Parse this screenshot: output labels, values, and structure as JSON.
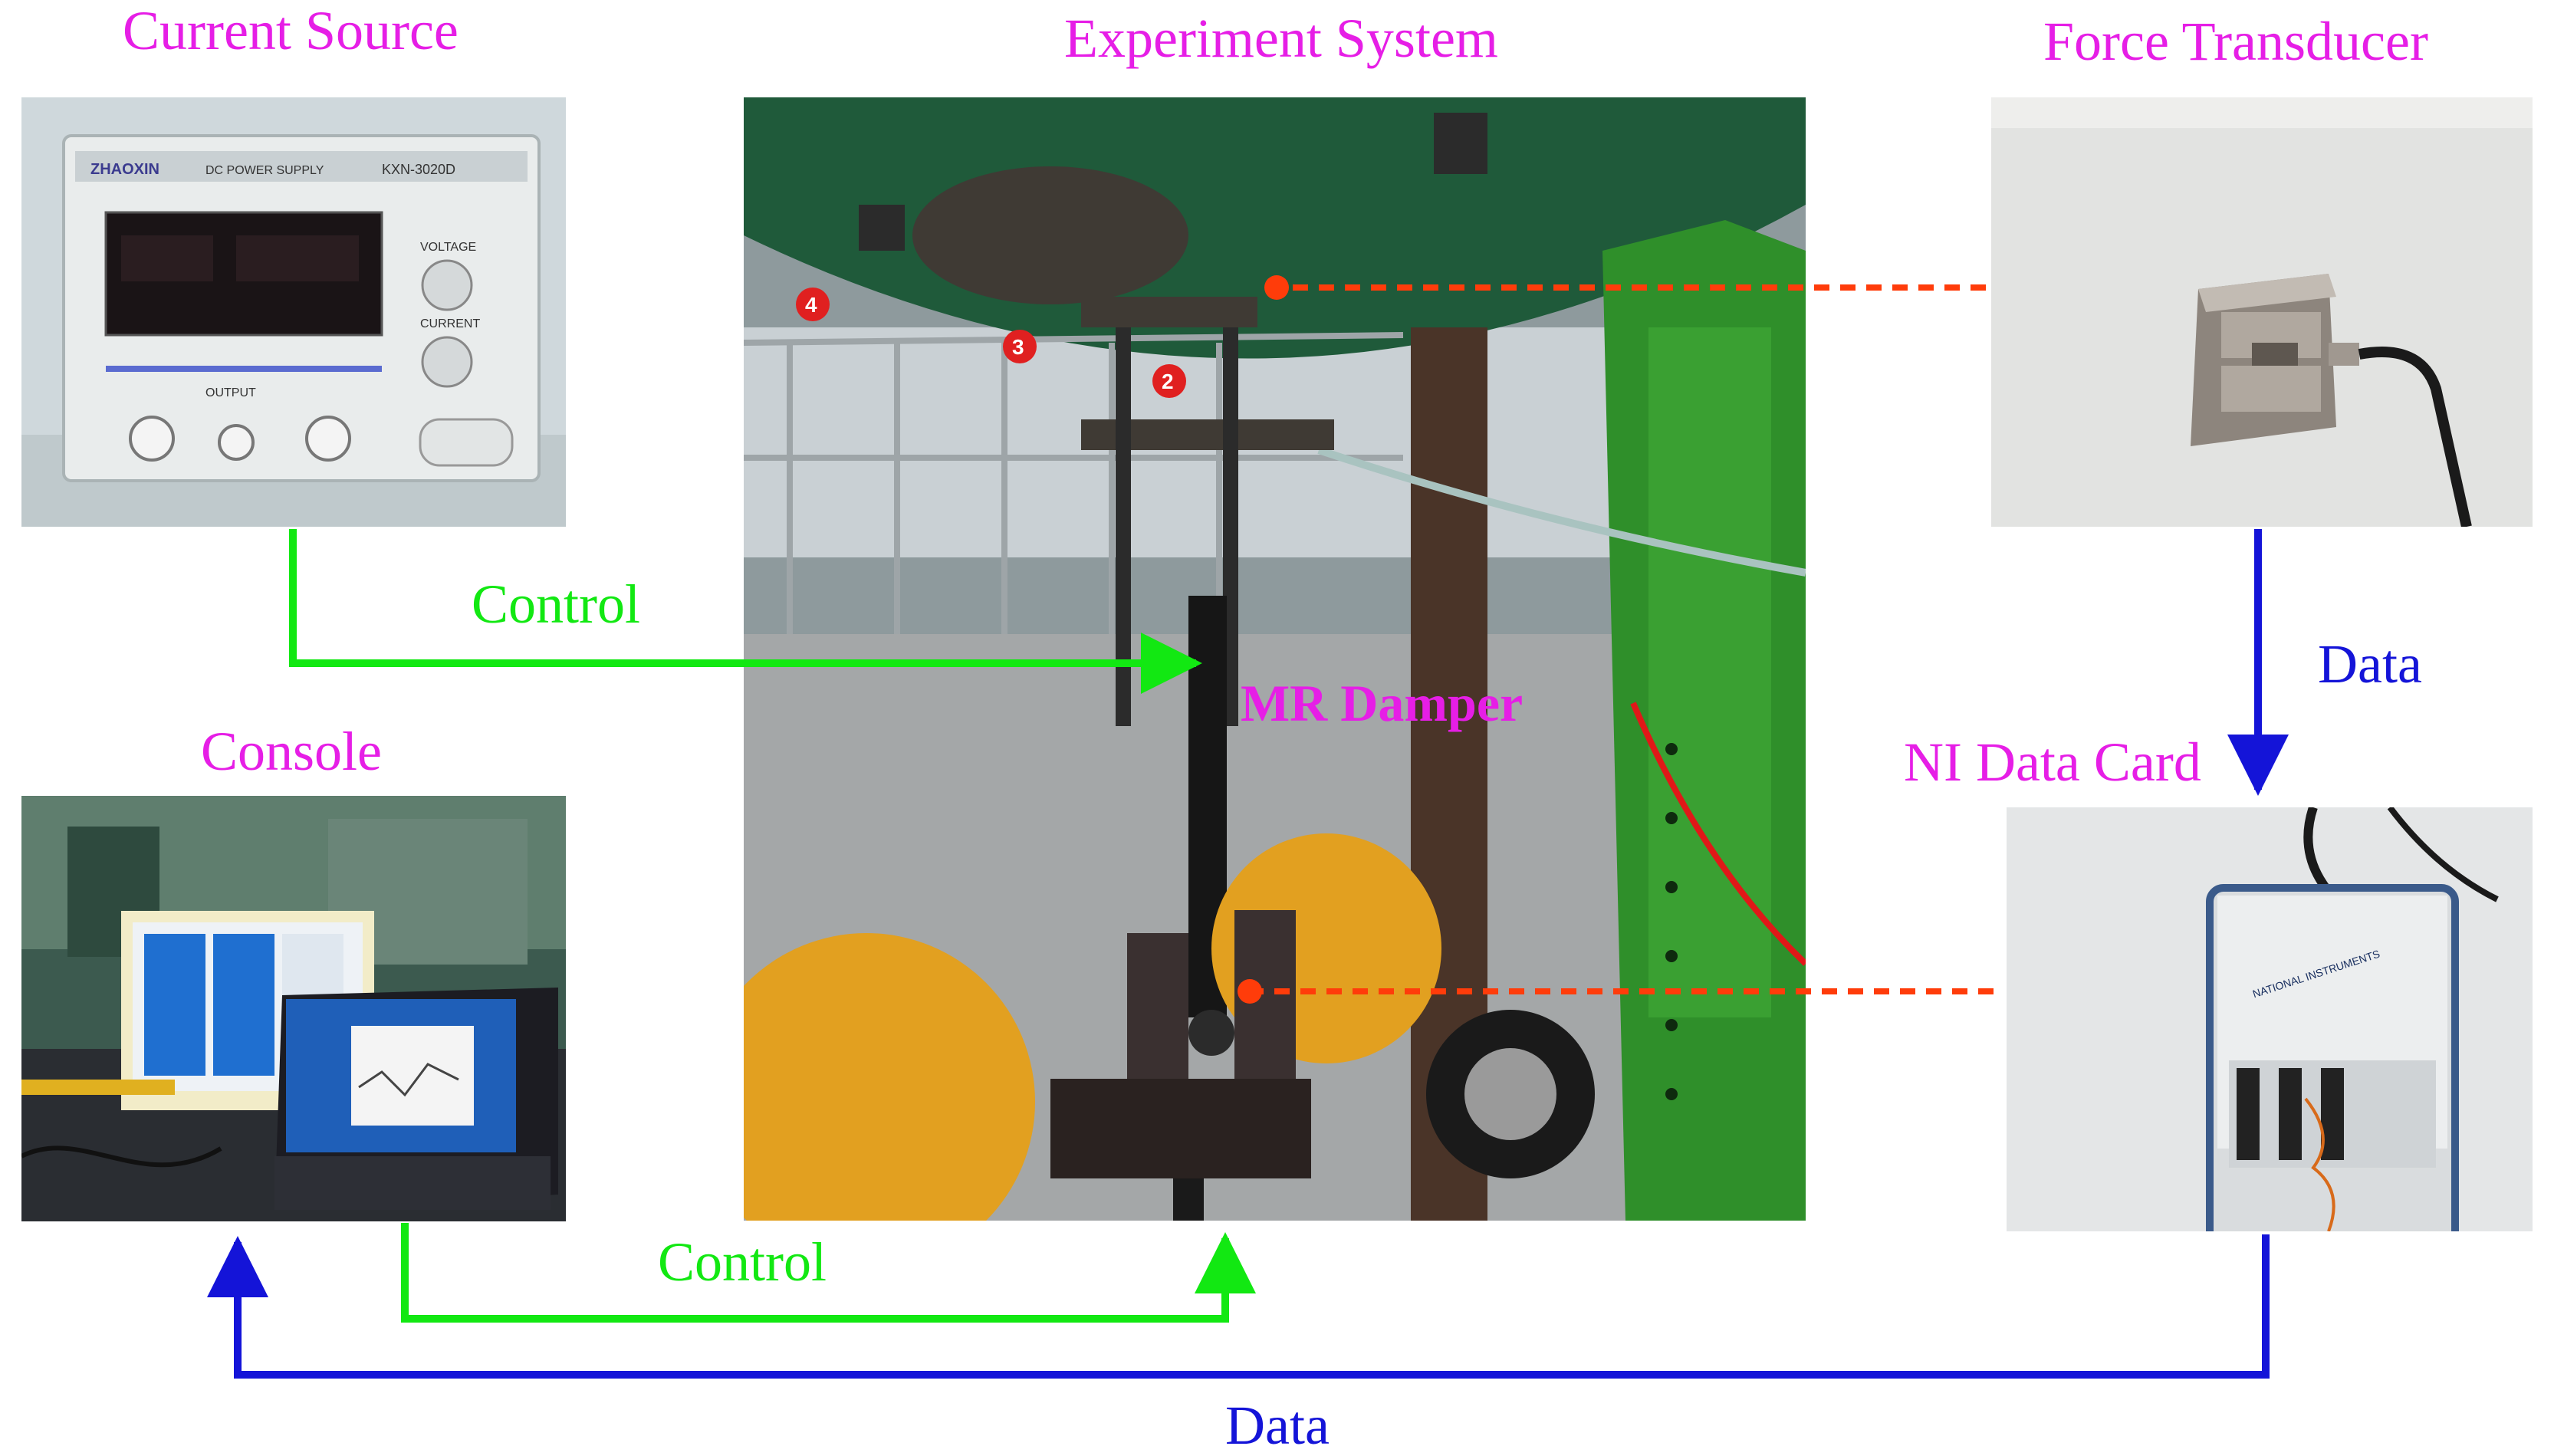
{
  "diagram": {
    "nodes": {
      "current_source": {
        "title": "Current Source",
        "panel_brand": "ZHAOXIN",
        "panel_text": "DC POWER SUPPLY",
        "panel_model": "KXN-3020D",
        "voltage_label": "VOLTAGE",
        "current_label": "CURRENT",
        "output_label": "OUTPUT"
      },
      "experiment_system": {
        "title": "Experiment System",
        "damper_label": "MR Damper",
        "wall_markers": [
          "4",
          "3",
          "2"
        ]
      },
      "force_transducer": {
        "title": "Force Transducer"
      },
      "console": {
        "title": "Console"
      },
      "ni_data_card": {
        "title": "NI Data Card",
        "device_logo": "NATIONAL INSTRUMENTS"
      }
    },
    "edges": [
      {
        "from": "current_source",
        "to": "experiment_system",
        "label": "Control",
        "color": "#12e812"
      },
      {
        "from": "console",
        "to": "experiment_system",
        "label": "Control",
        "color": "#12e812"
      },
      {
        "from": "force_transducer",
        "to": "ni_data_card",
        "label": "Data",
        "color": "#1414d8"
      },
      {
        "from": "ni_data_card",
        "to": "console",
        "label": "Data",
        "color": "#1414d8"
      }
    ],
    "links": [
      {
        "from": "force_transducer",
        "to": "experiment_system",
        "style": "dashed",
        "color": "#ff3c0a"
      },
      {
        "from": "ni_data_card",
        "to": "experiment_system",
        "style": "dashed",
        "color": "#ff3c0a"
      }
    ]
  }
}
